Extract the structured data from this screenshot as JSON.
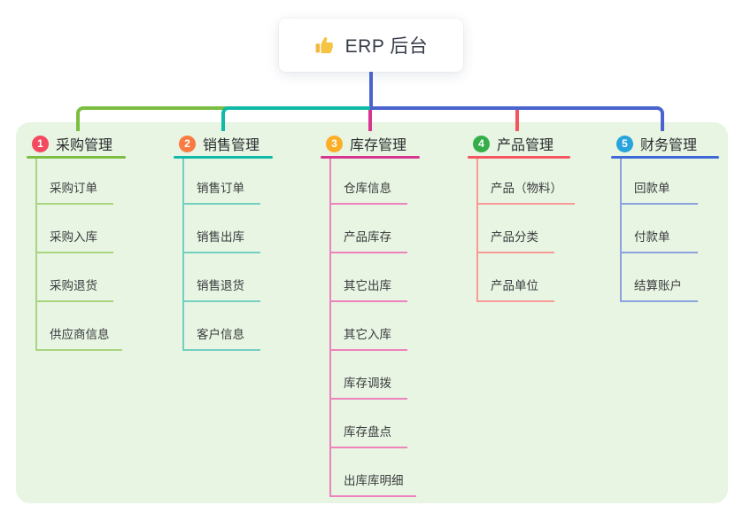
{
  "root": {
    "title": "ERP 后台",
    "icon": "thumbs-up-icon",
    "icon_color": "#F3B63E"
  },
  "colors": {
    "page_background": "#ffffff",
    "panel_background": "#E7F5E2",
    "root_connector": "#4A63CF",
    "item_text": "#3b3b3f",
    "header_text": "#2b2b2f"
  },
  "branches": [
    {
      "index": "1",
      "label": "采购管理",
      "badge_color": "#F4495E",
      "line_color": "#7CBE41",
      "sub_line_color": "#A9D57E",
      "items": [
        "采购订单",
        "采购入库",
        "采购退货",
        "供应商信息"
      ]
    },
    {
      "index": "2",
      "label": "销售管理",
      "badge_color": "#F97B42",
      "line_color": "#10B9A8",
      "sub_line_color": "#74CFC1",
      "items": [
        "销售订单",
        "销售出库",
        "销售退货",
        "客户信息"
      ]
    },
    {
      "index": "3",
      "label": "库存管理",
      "badge_color": "#FBAE28",
      "line_color": "#D63690",
      "sub_line_color": "#EE82BC",
      "items": [
        "仓库信息",
        "产品库存",
        "其它出库",
        "其它入库",
        "库存调拨",
        "库存盘点",
        "出库库明细"
      ]
    },
    {
      "index": "4",
      "label": "产品管理",
      "badge_color": "#35AE49",
      "line_color": "#F4555E",
      "sub_line_color": "#F89B96",
      "items": [
        "产品（物料）",
        "产品分类",
        "产品单位"
      ]
    },
    {
      "index": "5",
      "label": "财务管理",
      "badge_color": "#27A4DC",
      "line_color": "#3E68D8",
      "sub_line_color": "#8CA3DE",
      "items": [
        "回款单",
        "付款单",
        "结算账户"
      ]
    }
  ]
}
